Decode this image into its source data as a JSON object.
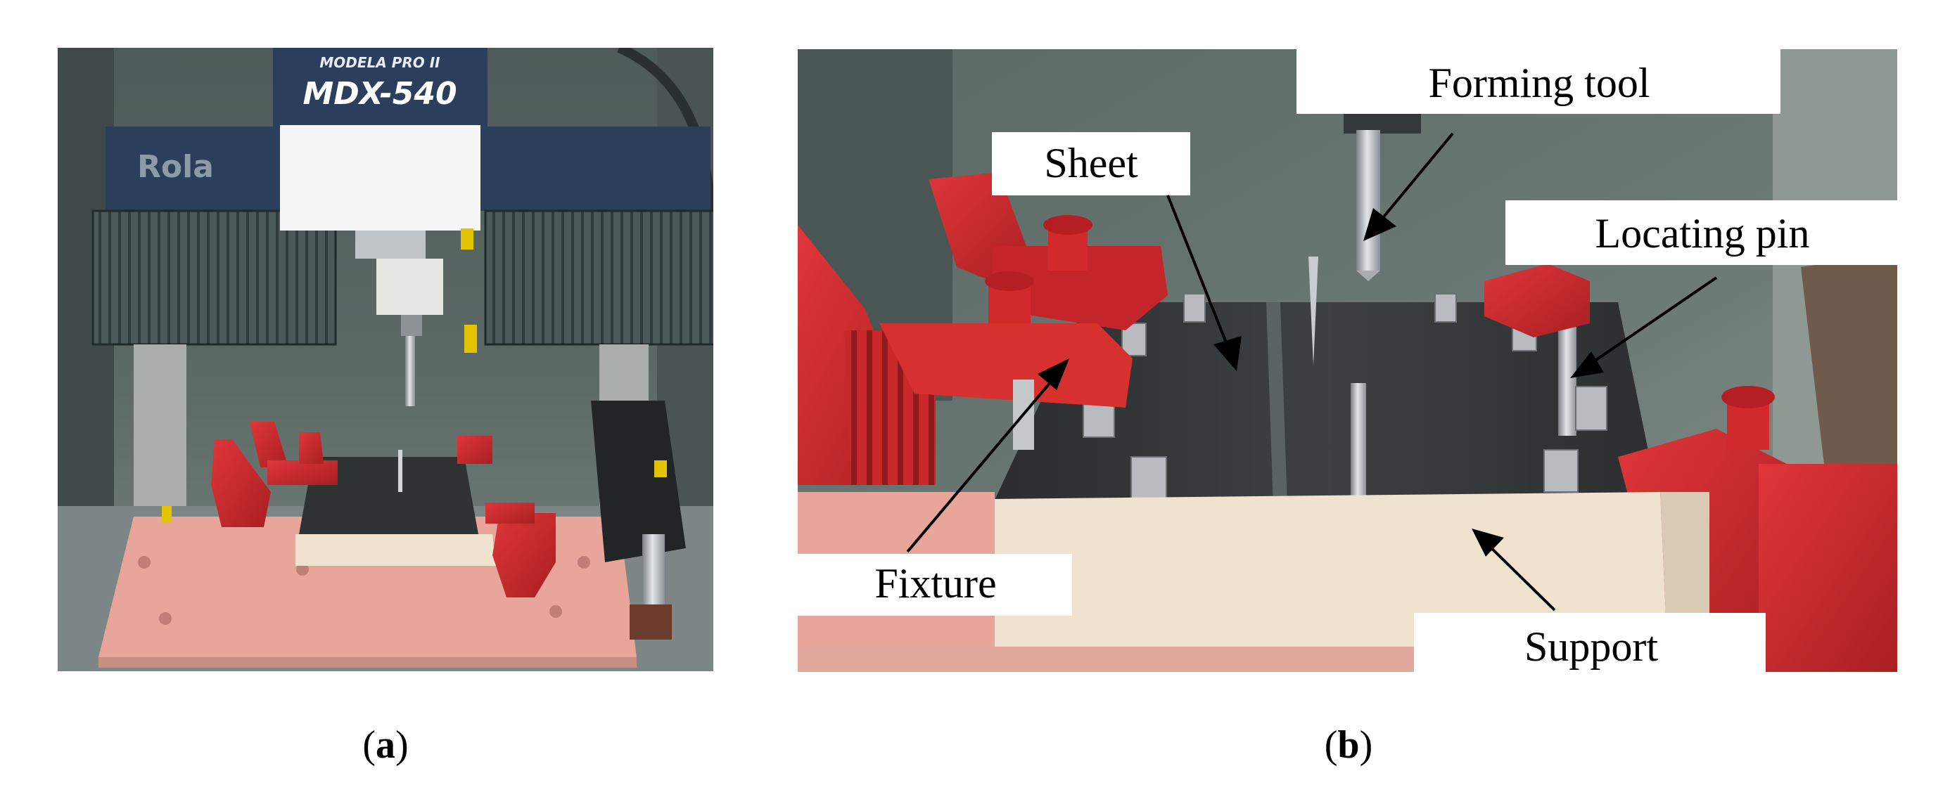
{
  "figure": {
    "panel_a": {
      "label": "a",
      "machine_model_small": "MODELA PRO II",
      "machine_model": "MDX-540",
      "brand_fragment": "Rola"
    },
    "panel_b": {
      "label": "b",
      "callouts": {
        "forming_tool": "Forming tool",
        "sheet": "Sheet",
        "locating_pin": "Locating pin",
        "fixture": "Fixture",
        "support": "Support"
      }
    }
  },
  "colors": {
    "fixture_red": "#c8282a",
    "support_cream": "#efe2cf",
    "bed_pink": "#e8a69a",
    "machine_navy": "#2c3f5a",
    "steel": "#b8bcc0",
    "sheet_dark": "#343434"
  }
}
